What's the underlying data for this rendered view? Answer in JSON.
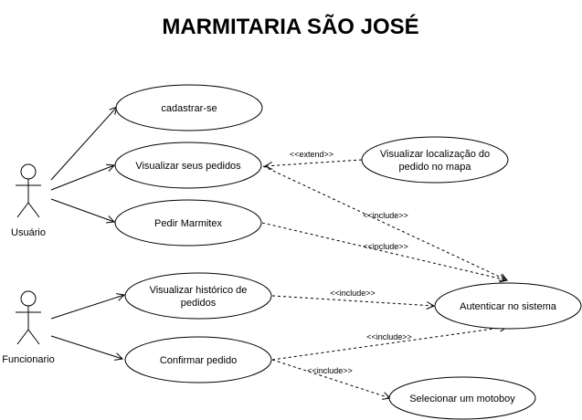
{
  "title": "MARMITARIA SÃO JOSÉ",
  "actors": {
    "usuario": "Usuário",
    "funcionario": "Funcionario"
  },
  "use_cases": {
    "cadastrar": [
      "cadastrar-se"
    ],
    "visualizar_pedidos": [
      "Visualizar seus pedidos"
    ],
    "pedir_marmitex": [
      "Pedir Marmitex"
    ],
    "visualizar_localizacao": [
      "Visualizar localização do",
      "pedido no mapa"
    ],
    "visualizar_historico": [
      "Visualizar histórico de",
      "pedidos"
    ],
    "confirmar_pedido": [
      "Confirmar pedido"
    ],
    "autenticar": [
      "Autenticar no sistema"
    ],
    "selecionar_motoboy": [
      "Selecionar um motoboy"
    ]
  },
  "relations": {
    "extend_localizacao": "<<extend>>",
    "include_visualizar": "<<include>>",
    "include_pedir": "<<include>>",
    "include_historico": "<<include>>",
    "include_confirmar_autenticar": "<<include>>",
    "include_confirmar_motoboy": "<<include>>"
  },
  "colors": {
    "stroke": "#000000",
    "fill": "#ffffff"
  }
}
